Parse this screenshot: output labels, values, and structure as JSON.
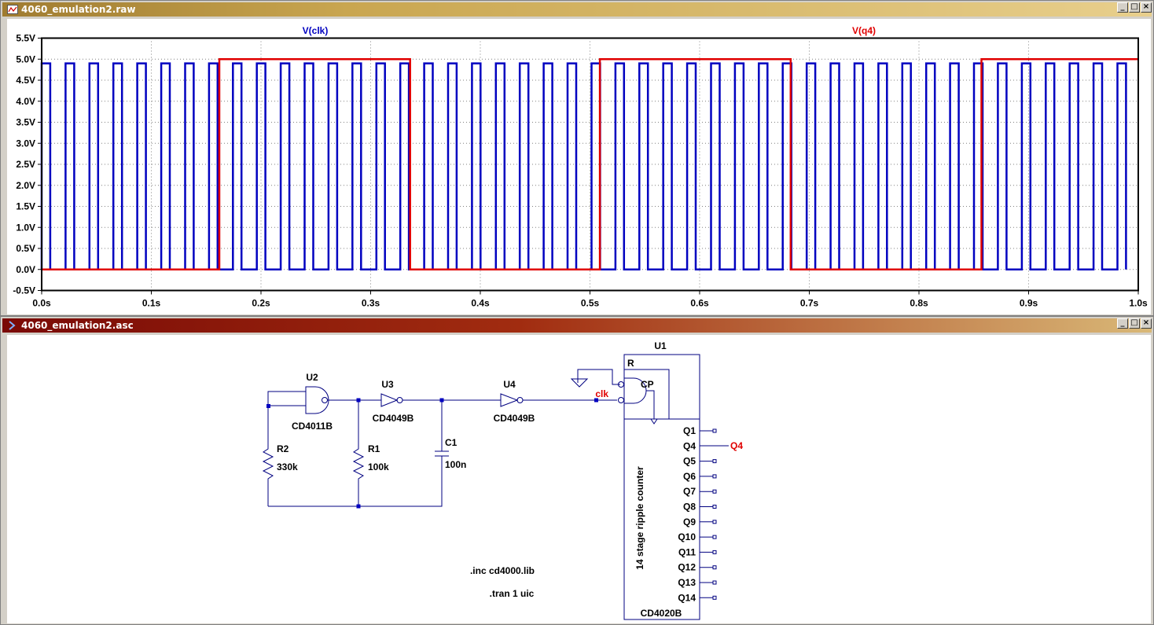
{
  "waveform_window": {
    "title": "4060_emulation2.raw",
    "trace_labels": {
      "clk": "V(clk)",
      "q4": "V(q4)"
    },
    "colors": {
      "clk": "#0000c0",
      "q4": "#e00000"
    }
  },
  "schematic_window": {
    "title": "4060_emulation2.asc",
    "components": {
      "u1_ref": "U1",
      "u1_part": "CD4020B",
      "u1_desc": "14 stage ripple counter",
      "u1_pin_r": "R",
      "u1_pin_cp": "CP",
      "u2_ref": "U2",
      "u2_part": "CD4011B",
      "u3_ref": "U3",
      "u3_part": "CD4049B",
      "u4_ref": "U4",
      "u4_part": "CD4049B",
      "r1_ref": "R1",
      "r1_val": "100k",
      "r2_ref": "R2",
      "r2_val": "330k",
      "c1_ref": "C1",
      "c1_val": "100n"
    },
    "outputs": [
      "Q1",
      "Q4",
      "Q5",
      "Q6",
      "Q7",
      "Q8",
      "Q9",
      "Q10",
      "Q11",
      "Q12",
      "Q13",
      "Q14"
    ],
    "net_labels": {
      "clk": "clk",
      "q4": "Q4"
    },
    "directives": {
      "inc": ".inc cd4000.lib",
      "tran": ".tran 1 uic"
    }
  },
  "chart_data": {
    "type": "line",
    "xlabel": "",
    "ylabel": "",
    "x_ticks": [
      "0.0s",
      "0.1s",
      "0.2s",
      "0.3s",
      "0.4s",
      "0.5s",
      "0.6s",
      "0.7s",
      "0.8s",
      "0.9s",
      "1.0s"
    ],
    "y_ticks": [
      "-0.5V",
      "0.0V",
      "0.5V",
      "1.0V",
      "1.5V",
      "2.0V",
      "2.5V",
      "3.0V",
      "3.5V",
      "4.0V",
      "4.5V",
      "5.0V",
      "5.5V"
    ],
    "xlim": [
      0,
      1.0
    ],
    "ylim": [
      -0.5,
      5.5
    ],
    "grid": true,
    "series": [
      {
        "name": "V(clk)",
        "kind": "square",
        "high": 4.9,
        "low": 0.0,
        "period": 0.0218,
        "duty": 0.36,
        "first_rise": 0.0
      },
      {
        "name": "V(q4)",
        "kind": "square",
        "high": 5.0,
        "low": 0.0,
        "edges": [
          0.162,
          0.336,
          0.509,
          0.683,
          0.857
        ],
        "initial": 0.0
      }
    ]
  }
}
